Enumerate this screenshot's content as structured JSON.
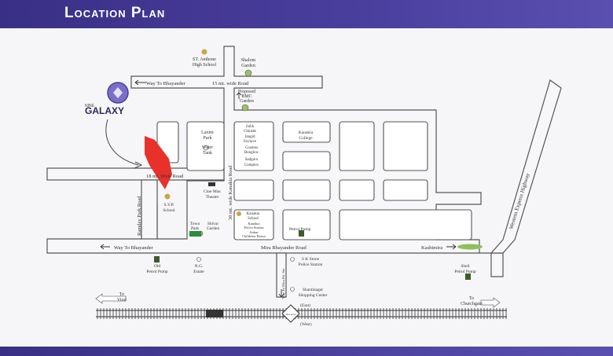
{
  "header": {
    "title": "Location Plan"
  },
  "project": {
    "name": "GALAXY",
    "prefix": "NINE"
  },
  "roads": {
    "top_wide": "15 mt. wide Road",
    "way_bhayander_top": "Way To Bhayander",
    "wide18": "18 mt. Wide Road",
    "kanakia_road": "30 mt. wide Kanakia Road",
    "ramdev_park_road": "Ramdev Park Road",
    "way_bhayander_bottom": "Way To Bhayander",
    "mira_bhayander_road": "Mira Bhayander Road",
    "kashimira": "Kashimira",
    "western_express_highway": "Western Express Highway",
    "way_mira_station": "Way To Mira Rd. Stn"
  },
  "places": {
    "st_anthony": [
      "ST. Anthone",
      "High School"
    ],
    "shalom": [
      "Shalom",
      "Garden"
    ],
    "proposed_bmc": [
      "Proposed",
      "BMC",
      "Garden"
    ],
    "laxmi_park": [
      "Laxmi",
      "Park"
    ],
    "water_tank": [
      "Water",
      "Tank"
    ],
    "subh_chintak": [
      "Subh",
      "Chintak"
    ],
    "jangid": [
      "Jangid",
      "Enclave"
    ],
    "cosmos": [
      "Cosmos",
      "Bunglow"
    ],
    "sadguru": [
      "Sadguru",
      "Complex"
    ],
    "kanakia_college": [
      "Kanakia",
      "College"
    ],
    "cine_max": [
      "Cine Max",
      "Theater"
    ],
    "svp_school": [
      "S.V.P.",
      "School"
    ],
    "town_park": [
      "Town",
      "Park"
    ],
    "shivar_garden": [
      "Shivar",
      "Garden"
    ],
    "kanakia_school": [
      "Kanakia",
      "School"
    ],
    "kanakia_police": [
      "Kanakia",
      "Police Station"
    ],
    "ankur": [
      "Ankur",
      "Childrens House"
    ],
    "petrol_pump": "Petrol Pump",
    "old_petrol_pump": [
      "Old",
      "Petrol Pump"
    ],
    "ng_estate": [
      "N.G.",
      "Estate"
    ],
    "sk_stone": [
      "S K Stone",
      "Police Station"
    ],
    "shantinagar": [
      "Shantinagar",
      "Shopping Center"
    ],
    "shell_petrol": [
      "Shell",
      "Petrol Pump"
    ]
  },
  "rail": {
    "to_virar": [
      "To",
      "Virar"
    ],
    "to_churchgate": [
      "To",
      "Churchgate"
    ],
    "east": "(East)",
    "west": "(West)",
    "station": "Mira Road"
  },
  "colors": {
    "header": "#3a2f86",
    "road_outline": "#555555",
    "plot": "#e8312a",
    "garden": "#9bc26b",
    "town_park": "#2e8b3a",
    "kashimira_oval": "#8fbf5a"
  }
}
